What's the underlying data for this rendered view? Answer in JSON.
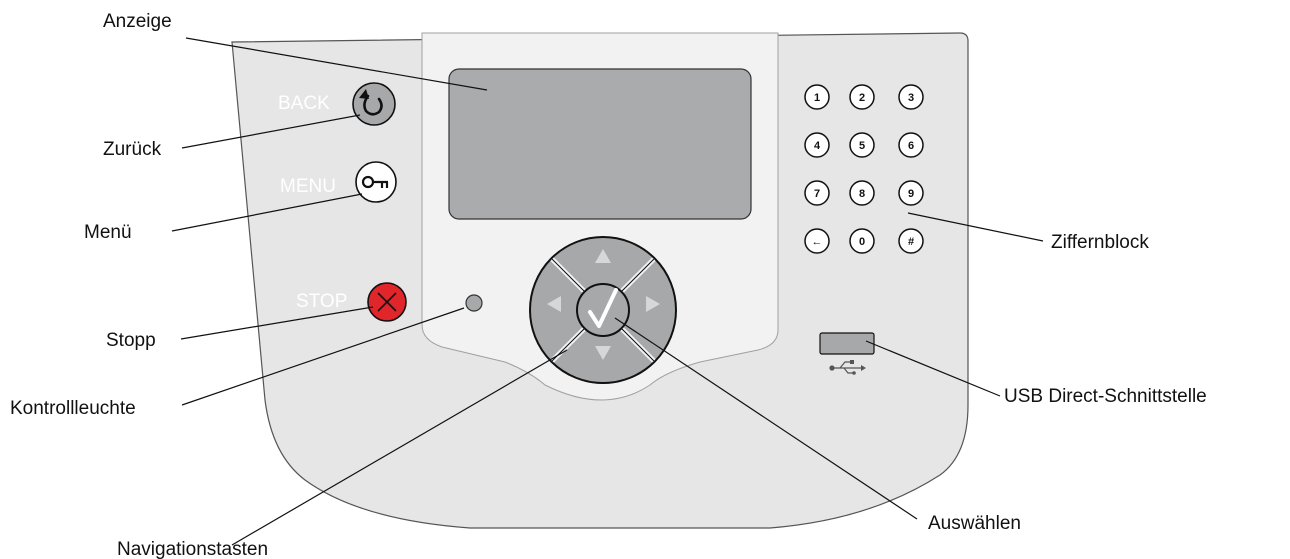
{
  "labels": {
    "display": "Anzeige",
    "back": "Zurück",
    "menu": "Menü",
    "stop": "Stopp",
    "indicator_light": "Kontrollleuchte",
    "navigation_buttons": "Navigationstasten",
    "select": "Auswählen",
    "keypad": "Ziffernblock",
    "usb_port": "USB Direct-Schnittstelle"
  },
  "panel_text": {
    "back": "BACK",
    "menu": "MENU",
    "stop": "STOP"
  },
  "keypad_keys": [
    "1",
    "2",
    "3",
    "4",
    "5",
    "6",
    "7",
    "8",
    "9",
    "←",
    "0",
    "#"
  ],
  "icons": {
    "back": "undo-arrow-icon",
    "menu": "key-icon",
    "stop": "x-icon",
    "select": "checkmark-icon",
    "usb": "usb-trident-icon"
  },
  "colors": {
    "panel": "#e6e6e6",
    "display_bezel": "#f2f2f2",
    "screen": "#a9abad",
    "nav_pad": "#a6a8aa",
    "stop_red": "#e0252b"
  }
}
